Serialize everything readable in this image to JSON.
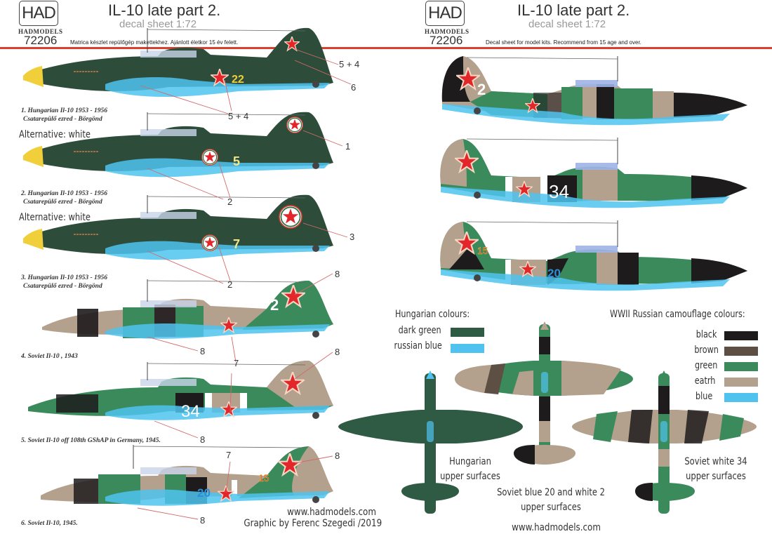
{
  "header_left": {
    "logo": "HAD",
    "brand": "HADMODELS",
    "code": "72206",
    "title": "IL-10 late part 2.",
    "subtitle": "decal sheet 1:72",
    "disclaimer": "Matrica készlet repülőgép makettekhez. Ajánlott életkor 15 év felett."
  },
  "header_right": {
    "logo": "HAD",
    "brand": "HADMODELS",
    "code": "72206",
    "title": "IL-10 late part 2.",
    "subtitle": "decal sheet 1:72",
    "disclaimer": "Decal sheet for model kits. Recommend from 15 age and over."
  },
  "colors": {
    "accent_rule": "#d8412f",
    "hun_dark_green": "#2f5a44",
    "russian_blue": "#4fc3ee",
    "black": "#1e1b1c",
    "brown": "#5e4f45",
    "green": "#3b8a5c",
    "earth": "#b3a08d",
    "blue": "#4fc3ee",
    "star_red": "#e2262a",
    "yellow": "#f0cf3a"
  },
  "profiles": [
    {
      "num_label": "1.",
      "caption_line1": "1. Hungarian Il-10 1953 - 1956",
      "caption_line2": "Csatarepülő ezred - Börgönd",
      "tail_number": "22",
      "number_color": "#f0cf3a",
      "alternative": ""
    },
    {
      "caption_line1": "2. Hungarian Il-10 1953 - 1956",
      "caption_line2": "Csatarepülő ezred - Börgönd",
      "tail_number": "5",
      "number_color": "#f0e68c",
      "alternative": "Alternative: white"
    },
    {
      "caption_line1": "3. Hungarian Il-10 1953 - 1956",
      "caption_line2": "Csatarepülő ezred - Börgönd",
      "tail_number": "7",
      "number_color": "#f0e68c",
      "alternative": "Alternative: white"
    },
    {
      "caption_line1": "4. Soviet Il-10 , 1943",
      "tail_number": "2",
      "number_color": "#ffffff"
    },
    {
      "caption_line1": "5. Soviet Il-10 off 108th GShAP in Germany, 1945.",
      "tail_number": "34",
      "number_color": "#ffffff"
    },
    {
      "caption_line1": "6. Soviet Il-10, 1945.",
      "tail_number": "20",
      "fin_number": "15",
      "number_color": "#2a8fd8"
    }
  ],
  "callouts": [
    "5 + 4",
    "6",
    "5 + 4",
    "1",
    "2",
    "3",
    "2",
    "8",
    "8",
    "7",
    "8",
    "8",
    "7",
    "8",
    "8"
  ],
  "right_profiles": [
    {
      "fin_number": "2",
      "number_color": "#ffffff"
    },
    {
      "fuselage_number": "34",
      "number_color": "#ffffff"
    },
    {
      "fin_number": "15",
      "fuselage_number": "20",
      "number_color": "#2a8fd8"
    }
  ],
  "legend_hungarian": {
    "title": "Hungarian colours:",
    "items": [
      {
        "label": "dark green",
        "color": "#2f5a44"
      },
      {
        "label": "russian blue",
        "color": "#4fc3ee"
      }
    ]
  },
  "legend_russian": {
    "title": "WWII Russian camouflage colours:",
    "items": [
      {
        "label": "black",
        "color": "#1e1b1c"
      },
      {
        "label": "brown",
        "color": "#5e4f45"
      },
      {
        "label": "green",
        "color": "#3b8a5c"
      },
      {
        "label": "eatrh",
        "color": "#b3a08d"
      },
      {
        "label": "blue",
        "color": "#4fc3ee"
      }
    ]
  },
  "top_views": [
    {
      "label_line1": "Hungarian",
      "label_line2": "upper surfaces"
    },
    {
      "label_line1": "Soviet blue 20 and white 2",
      "label_line2": "upper surfaces"
    },
    {
      "label_line1": "Soviet white 34",
      "label_line2": "upper surfaces"
    }
  ],
  "footer": {
    "website_left": "www.hadmodels.com",
    "credit": "Graphic by Ferenc Szegedi /2019",
    "website_right": "www.hadmodels.com"
  }
}
